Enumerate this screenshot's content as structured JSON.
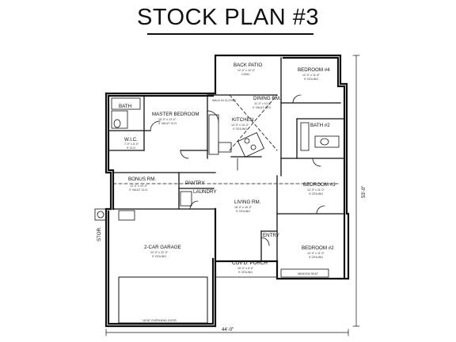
{
  "title": "STOCK PLAN #3",
  "rooms": {
    "back_patio": {
      "name": "BACK PATIO",
      "sub1": "12'-0\" x 10'-0\"",
      "sub2": "CONC."
    },
    "bedroom4": {
      "name": "BEDROOM #4",
      "sub1": "12'-0\" x 11'-8\"",
      "sub2": "9' CEILING"
    },
    "bath": {
      "name": "BATH",
      "sub1": "",
      "sub2": ""
    },
    "master_bedroom": {
      "name": "MASTER BEDROOM",
      "sub1": "15'-0\" x 13'-0\"",
      "sub2": "9' VAULT CLG."
    },
    "dining": {
      "name": "DINING RM.",
      "sub1": "11'-0\" x 10'-0\"",
      "sub2": "9' VAULT CLG."
    },
    "kitchen": {
      "name": "KITCHEN",
      "sub1": "13'-0\" x 10'-0\"",
      "sub2": "9' CEILING"
    },
    "bath2": {
      "name": "BATH #2",
      "sub1": "",
      "sub2": ""
    },
    "wic": {
      "name": "W.I.C.",
      "sub1": "7'-0\" x 6'-0\"",
      "sub2": "9' CLG."
    },
    "bonus": {
      "name": "BONUS RM.",
      "sub1": "13'-0\" x 10'-0\"",
      "sub2": "9' VAULT CLG."
    },
    "pantry": {
      "name": "PANTRY",
      "sub1": "",
      "sub2": ""
    },
    "laundry": {
      "name": "LAUNDRY",
      "sub1": "",
      "sub2": ""
    },
    "bedroom3": {
      "name": "BEDROOM #3",
      "sub1": "12'-0\" x 11'-0\"",
      "sub2": "9' CEILING"
    },
    "living": {
      "name": "LIVING RM.",
      "sub1": "18'-0\" x 16'-0\"",
      "sub2": "9' CEILING"
    },
    "garage": {
      "name": "2-CAR GARAGE",
      "sub1": "22'-0\" x 22'-0\"",
      "sub2": "9' CEILING"
    },
    "entry": {
      "name": "ENTRY",
      "sub1": "",
      "sub2": ""
    },
    "bedroom2": {
      "name": "BEDROOM #2",
      "sub1": "12'-0\" x 11'-0\"",
      "sub2": "9' CEILING"
    },
    "covd_porch": {
      "name": "COV'D. PORCH",
      "sub1": "16'-0\" x 6'-0\"",
      "sub2": "9' CEILING"
    },
    "window_seat": {
      "name": "WINDOW SEAT",
      "sub1": "",
      "sub2": ""
    }
  },
  "labels": {
    "walk_in_closet": "WALK-IN CLOSET",
    "storage": "STOR.",
    "door_note": "18'X8' OVERHEAD DOOR",
    "width_dim": "44'-0\"",
    "depth_dim": "53'-0\""
  }
}
